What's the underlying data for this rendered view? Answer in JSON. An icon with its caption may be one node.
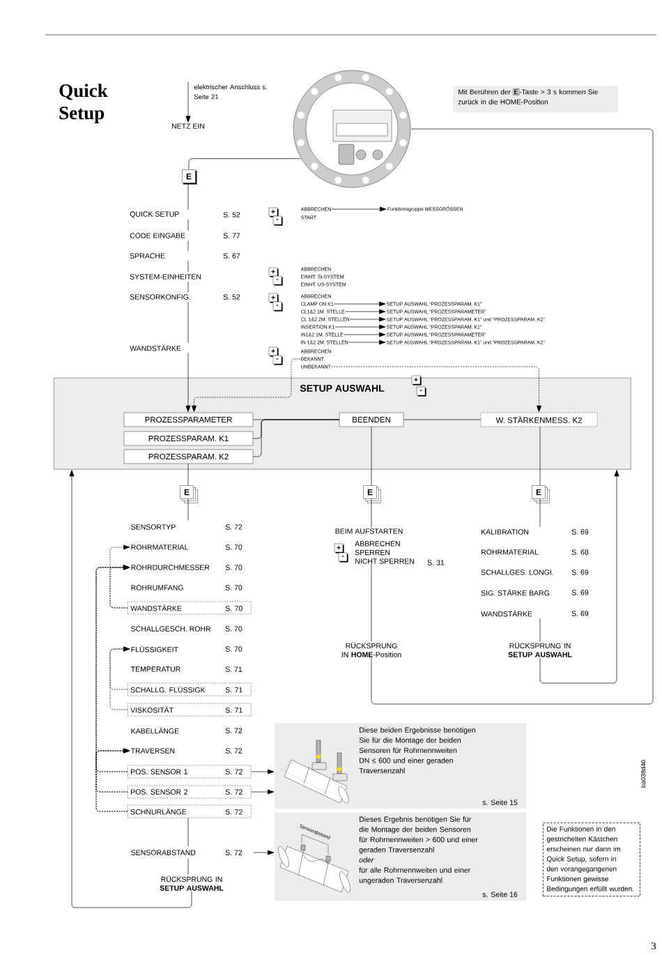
{
  "diagram": {
    "title": "Quick Setup",
    "nodes": [
      {
        "text": [],
        "shape": "picture"
      },
      {
        "text": [
          "Mit Berühren der",
          "E",
          "-Taste > 3 s kommen Sie zurück in die HOME-Position"
        ]
      },
      {
        "text": [
          "NETZ EIN"
        ]
      },
      {
        "text": [
          "E"
        ]
      },
      {
        "text": [
          "QUICK SETUP"
        ],
        "beside": [
          "S. 52"
        ]
      },
      {
        "text": [
          "CODE EINGABE"
        ],
        "beside": [
          "S. 77"
        ]
      },
      {
        "text": [
          "SPRACHE"
        ],
        "beside": [
          "S. 67"
        ]
      },
      {
        "text": [
          "SYSTEM-EINHEITEN"
        ]
      },
      {
        "text": [
          "SENSORKONFIG."
        ],
        "beside": [
          "S. 52"
        ]
      },
      {
        "text": [
          "WANDSTÄRKE"
        ]
      },
      {
        "text": [
          "ABBRECHEN"
        ]
      },
      {
        "text": [
          "START"
        ]
      },
      {
        "text": [
          "Funktionsgruppe MESSGRÖSSEN"
        ]
      },
      {
        "text": [
          "CLAMP ON K1"
        ]
      },
      {
        "text": [
          "CL1&2 1M. STELLE"
        ]
      },
      {
        "text": [
          "CL 1&2 2M. STELLEN"
        ]
      },
      {
        "text": [
          "INSERTION K1"
        ]
      },
      {
        "text": [
          "IN1&2 1M. STELLE"
        ]
      },
      {
        "text": [
          "IN 1&2 2M. STELLEN"
        ]
      },
      {
        "text": [
          "SETUP AUSWAHL “PROZESSPARAM. K1”"
        ]
      },
      {
        "text": [
          "SETUP AUSWAHL “PROZESSPARAMETER”"
        ]
      },
      {
        "text": [
          "SETUP AUSWAHL “PROZESSPARAM. K1” und “PROZESSPARAM. K2”"
        ]
      },
      {
        "text": [
          "SETUP AUSWAHL “PROZESSPARAM. K1”"
        ]
      },
      {
        "text": [
          "SETUP AUSWAHL “PROZESSPARAMETER”"
        ]
      },
      {
        "text": [
          "SETUP AUSWAHL “PROZESSPARAM. K1” und “PROZESSPARAM. K2”"
        ]
      },
      {
        "text": [
          "BEKANNT"
        ]
      },
      {
        "text": [
          "UNBEKANNT"
        ]
      },
      {
        "text": [
          "SETUP AUSWAHL"
        ]
      },
      {
        "text": [
          "PROZESSPARAMETER"
        ],
        "in": 27
      },
      {
        "text": [
          "PROZESSPARAM. K1"
        ],
        "in": 27
      },
      {
        "text": [
          "PROZESSPARAM. K2"
        ],
        "in": 27
      },
      {
        "text": [
          "BEENDEN"
        ],
        "in": 27
      },
      {
        "text": [
          "W. STÄRKENMESS. K2"
        ],
        "in": 27
      },
      {
        "text": [
          "E"
        ]
      },
      {
        "text": [
          "E"
        ]
      },
      {
        "text": [
          "E"
        ]
      },
      {
        "text": [
          "SENSORTYP"
        ],
        "beside": [
          "S. 72"
        ]
      },
      {
        "text": [
          "ROHRMATERIAL"
        ],
        "beside": [
          "S. 70"
        ]
      },
      {
        "text": [
          "ROHRDURCHMESSER"
        ],
        "beside": [
          "S. 70"
        ]
      },
      {
        "text": [
          "ROHRUMFANG"
        ],
        "beside": [
          "S. 70"
        ]
      },
      {
        "text": [
          "WANDSTÄRKE",
          "S. 70"
        ]
      },
      {
        "text": [
          "SCHALLGESCH. ROHR"
        ],
        "beside": [
          "S. 70"
        ]
      },
      {
        "text": [
          "FLÜSSIGKEIT"
        ],
        "beside": [
          "S. 70"
        ]
      },
      {
        "text": [
          "TEMPERATUR"
        ],
        "beside": [
          "S. 71"
        ]
      },
      {
        "text": [
          "SCHALLG. FLÜSSIGK",
          "S. 71"
        ]
      },
      {
        "text": [
          "VISKOSITÄT",
          "S. 71"
        ]
      },
      {
        "text": [
          "KABELLÄNGE"
        ],
        "beside": [
          "S. 72"
        ]
      },
      {
        "text": [
          "TRAVERSEN"
        ],
        "beside": [
          "S. 72"
        ]
      },
      {
        "text": [
          "POS. SENSOR 1",
          "S. 72"
        ]
      },
      {
        "text": [
          "POS. SENSOR 2",
          "S. 72"
        ]
      },
      {
        "text": [
          "SCHNURLÄNGE",
          "S. 72"
        ]
      },
      {
        "text": [
          "SENSORABSTAND"
        ],
        "beside": [
          "S. 72"
        ]
      },
      {
        "text": [
          "RÜCKSPRUNG IN **SETUP AUSWAHL**"
        ]
      },
      {
        "text": [
          "BEIM AUFSTARTEN"
        ]
      },
      {
        "text": [
          "ABBRECHEN",
          "SPERREN",
          "NICHT SPERREN"
        ],
        "beside": [
          "S. 31"
        ]
      },
      {
        "text": [
          "RÜCKSPRUNG IN **HOME**-Position"
        ]
      },
      {
        "text": [
          "KALIBRATION"
        ],
        "beside": [
          "S. 69"
        ]
      },
      {
        "text": [
          "ROHRMATERIAL"
        ],
        "beside": [
          "S. 68"
        ]
      },
      {
        "text": [
          "SCHALLGES. LONGI."
        ],
        "beside": [
          "S. 69"
        ]
      },
      {
        "text": [
          "SIG. STÄRKE BARG"
        ],
        "beside": [
          "S. 69"
        ]
      },
      {
        "text": [
          "WANDSTÄRKE"
        ],
        "beside": [
          "S. 69"
        ]
      },
      {
        "text": [
          "RÜCKSPRUNG IN **SETUP AUSWAHL**"
        ]
      },
      {
        "text": [
          "Diese beiden Ergebnisse benötigen Sie für die Montage der beiden Sensoren für Rohrnennweiten DN ≤ 600 und einer geraden Traversenzahl",
          "s. Seite 15"
        ]
      },
      {
        "text": [
          "Dieses  Ergebnis benötigen Sie für die Montage der beiden Sensoren für Rohrnennweiten > 600 und einer geraden Traversenzahl",
          "oder",
          "für alle Rohrnennweiten und einer ungeraden Traversenzahl",
          "s. Seite 16"
        ]
      },
      {
        "text": [
          "Die Funktionen in den gestrichelten Kästchen erscheinen nur dann im Quick Setup, sofern in den vorangegangenen Funktionen gewisse Bedingungen erfüllt wurden."
        ]
      }
    ],
    "edges": [
      {
        "from": null,
        "to": 2,
        "arrow": "to",
        "label": "elektrischer Anschluss s. Seite 21"
      },
      {
        "from": 0,
        "to": 3,
        "arrow": "none"
      },
      {
        "from": 3,
        "to": 4,
        "arrow": "none"
      },
      {
        "from": 4,
        "to": 5,
        "arrow": "none"
      },
      {
        "from": 5,
        "to": 6,
        "arrow": "none"
      },
      {
        "from": 6,
        "to": 7,
        "arrow": "none"
      },
      {
        "from": 7,
        "to": 8,
        "arrow": "none"
      },
      {
        "from": 8,
        "to": 9,
        "arrow": "none"
      },
      {
        "from": 9,
        "to": 28,
        "arrow": "to"
      },
      {
        "from": 10,
        "to": 12,
        "arrow": "to"
      },
      {
        "from": 13,
        "to": 19,
        "arrow": "to"
      },
      {
        "from": 14,
        "to": 20,
        "arrow": "to"
      },
      {
        "from": 15,
        "to": 21,
        "arrow": "to"
      },
      {
        "from": 16,
        "to": 22,
        "arrow": "to"
      },
      {
        "from": 17,
        "to": 23,
        "arrow": "to"
      },
      {
        "from": 18,
        "to": 24,
        "arrow": "to"
      },
      {
        "from": 26,
        "to": 32,
        "arrow": "to",
        "style": "dashed"
      },
      {
        "from": 25,
        "to": 28,
        "arrow": "to",
        "style": "dashed"
      },
      {
        "from": 28,
        "to": 31,
        "arrow": "none"
      },
      {
        "from": 29,
        "to": 31,
        "arrow": "none"
      },
      {
        "from": 30,
        "to": 31,
        "arrow": "none"
      },
      {
        "from": 31,
        "to": 32,
        "arrow": "none"
      },
      {
        "from": 30,
        "to": 33,
        "arrow": "none"
      },
      {
        "from": 33,
        "to": 36,
        "arrow": "none"
      },
      {
        "from": 31,
        "to": 34,
        "arrow": "none"
      },
      {
        "from": 34,
        "to": 53,
        "arrow": "none"
      },
      {
        "from": 32,
        "to": 35,
        "arrow": "none"
      },
      {
        "from": 35,
        "to": 56,
        "arrow": "none"
      },
      {
        "from": 40,
        "to": 37,
        "arrow": "to",
        "style": "dashed"
      },
      {
        "from": 40,
        "to": 38,
        "arrow": "to",
        "style": "dashed"
      },
      {
        "from": 44,
        "to": 42,
        "arrow": "to",
        "style": "dashed"
      },
      {
        "from": 45,
        "to": 42,
        "arrow": "to",
        "style": "dashed"
      },
      {
        "from": 48,
        "to": 38,
        "arrow": "to",
        "style": "dashed"
      },
      {
        "from": 49,
        "to": 38,
        "arrow": "to",
        "style": "dashed"
      },
      {
        "from": 50,
        "to": 38,
        "arrow": "to",
        "style": "dashed"
      },
      {
        "from": 48,
        "to": 47,
        "arrow": "to",
        "style": "dashed"
      },
      {
        "from": 49,
        "to": 47,
        "arrow": "to",
        "style": "dashed"
      },
      {
        "from": 50,
        "to": 47,
        "arrow": "to",
        "style": "dashed"
      },
      {
        "from": 50,
        "to": 51,
        "arrow": "none"
      },
      {
        "from": 51,
        "to": 52,
        "arrow": "none"
      },
      {
        "from": 52,
        "to": 27,
        "arrow": "to"
      },
      {
        "from": 48,
        "to": 62,
        "arrow": "to"
      },
      {
        "from": 49,
        "to": 62,
        "arrow": "to"
      },
      {
        "from": 51,
        "to": 63,
        "arrow": "to"
      },
      {
        "from": 54,
        "to": 55,
        "arrow": "none"
      },
      {
        "from": 55,
        "to": 0,
        "arrow": "none"
      },
      {
        "from": 60,
        "to": 61,
        "arrow": "none"
      },
      {
        "from": 61,
        "to": 27,
        "arrow": "to"
      }
    ],
    "labels": [
      "+",
      "-",
      "+",
      "-",
      "ABBRECHEN",
      "EINHT. SI-SYSTEM",
      "EINHT. US-SYSTEM",
      "+",
      "-",
      "ABBRECHEN",
      "+",
      "-",
      "ABBRECHEN",
      "+",
      "-",
      "+",
      "-",
      "Sensorabstand",
      "ba038d40",
      "3"
    ]
  }
}
